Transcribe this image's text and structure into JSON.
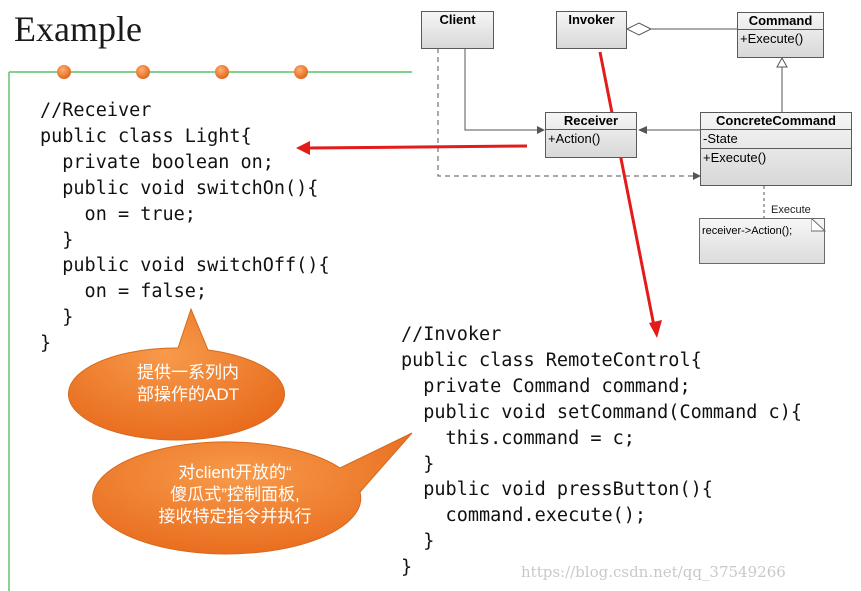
{
  "title": "Example",
  "receiver_code": "//Receiver\npublic class Light{\n  private boolean on;\n  public void switchOn(){\n    on = true;\n  }\n  public void switchOff(){\n    on = false;\n  }\n}",
  "invoker_code": "//Invoker\npublic class RemoteControl{\n  private Command command;\n  public void setCommand(Command c){\n    this.command = c;\n  }\n  public void pressButton(){\n    command.execute();\n  }\n}",
  "uml": {
    "client": "Client",
    "invoker": "Invoker",
    "command": {
      "name": "Command",
      "op": "+Execute()"
    },
    "receiver": {
      "name": "Receiver",
      "op": "+Action()"
    },
    "concrete": {
      "name": "ConcreteCommand",
      "attr": "-State",
      "op": "+Execute()"
    },
    "note_label": "Execute",
    "note_text": "receiver->Action();"
  },
  "callouts": {
    "receiver_line1": "提供一系列内",
    "receiver_line2": "部操作的ADT",
    "client_line1": "对client开放的“",
    "client_line2": "傻瓜式”控制面板,",
    "client_line3": "接收特定指令并执行"
  },
  "watermark": "https://blog.csdn.net/qq_37549266",
  "colors": {
    "bullet": "#f07d22",
    "bubble": "#ef7b24",
    "arrow": "#e31b1b",
    "frame": "#3bb54a"
  }
}
